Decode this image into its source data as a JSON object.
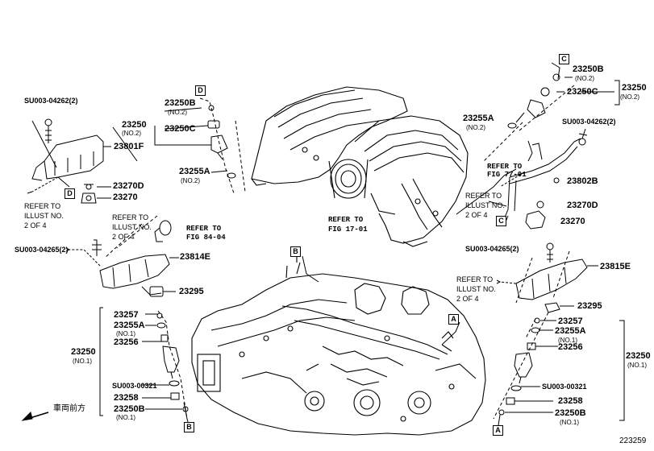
{
  "diagram_id": "223259",
  "front_arrow": "車両前方",
  "boxes": [
    "A",
    "B",
    "C",
    "D"
  ],
  "upper_left": {
    "bolt": "SU003-04262(2)",
    "injector_upper": "23801F",
    "refer_note": [
      "REFER TO",
      "ILLUST NO.",
      "2 OF 4"
    ],
    "cushion": "23270D",
    "damper": "23270"
  },
  "upper_mid_left": {
    "group_main": "23250",
    "group_main_sub": "(NO.2)",
    "part_b": "23250B",
    "part_b_sub": "(NO.2)",
    "part_c": "23250C",
    "part_a": "23255A",
    "part_a_sub": "(NO.2)"
  },
  "manifold": {
    "refer_line1": "REFER TO",
    "refer_line2": "FIG 17-01"
  },
  "upper_right": {
    "part_b": "23250B",
    "part_b_sub": "(NO.2)",
    "group_main": "23250",
    "group_main_sub": "(NO.2)",
    "part_c": "23250C",
    "part_a": "23255A",
    "part_a_sub": "(NO.2)",
    "bolt": "SU003-04262(2)",
    "refer_fig_line1": "REFER TO",
    "refer_fig_line2": "FIG 77-01",
    "pipe": "23802B",
    "refer_note": [
      "REFER TO",
      "ILLUST NO.",
      "2 OF 4"
    ],
    "cushion": "23270D",
    "damper": "23270"
  },
  "mid_left": {
    "refer_note": [
      "REFER TO",
      "ILLUST NO.",
      "2 OF 4"
    ],
    "refer_fig_line1": "REFER TO",
    "refer_fig_line2": "FIG 84-04",
    "bolt": "SU003-04265(2)",
    "pipe": "23814E",
    "spacer": "23295"
  },
  "mid_right": {
    "bolt": "SU003-04265(2)",
    "pipe": "23815E",
    "refer_note": [
      "REFER TO",
      "ILLUST NO.",
      "2 OF 4"
    ],
    "spacer": "23295"
  },
  "lower_left": {
    "p1": "23257",
    "p2": "23255A",
    "p2_sub": "(NO.1)",
    "p3": "23256",
    "group_main": "23250",
    "group_main_sub": "(NO.1)",
    "p4": "SU003-00321",
    "p5": "23258",
    "p6": "23250B",
    "p6_sub": "(NO.1)"
  },
  "lower_right": {
    "p1": "23257",
    "p2": "23255A",
    "p2_sub": "(NO.1)",
    "p3": "23256",
    "group_main": "23250",
    "group_main_sub": "(NO.1)",
    "p4": "SU003-00321",
    "p5": "23258",
    "p6": "23250B",
    "p6_sub": "(NO.1)"
  }
}
